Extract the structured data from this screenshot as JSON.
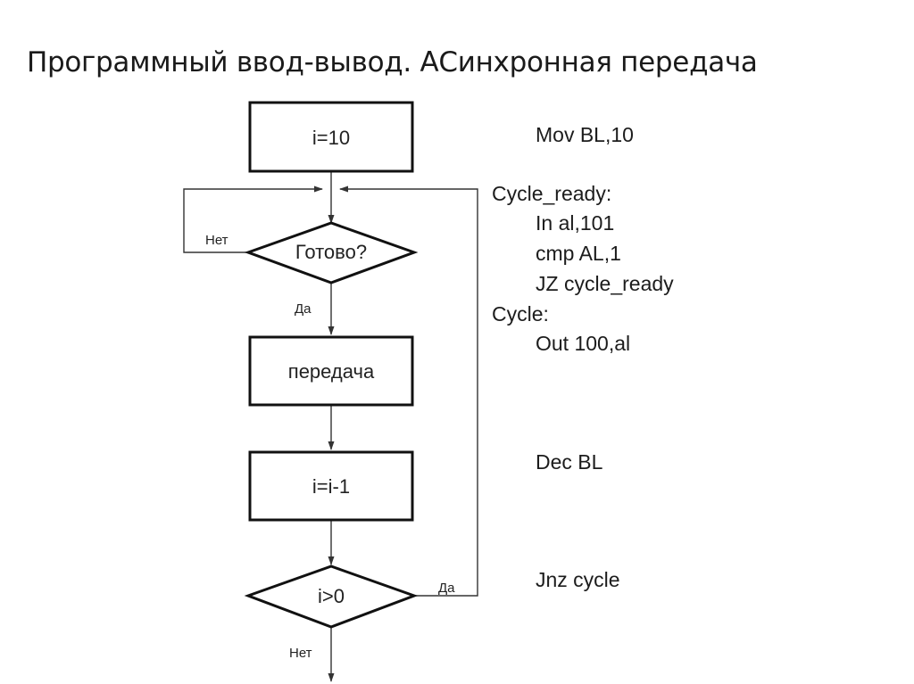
{
  "title": "Программный ввод-вывод. АСинхронная передача",
  "flowchart": {
    "start_box": "i=10",
    "ready_decision": "Готово?",
    "ready_no_label": "Нет",
    "ready_yes_label": "Да",
    "transfer_box": "передача",
    "decrement_box": "i=i-1",
    "loop_decision": "i>0",
    "loop_yes_label": "Да",
    "loop_no_label": "Нет"
  },
  "code": [
    "Mov BL,10",
    "Cycle_ready:",
    "In al,101",
    "cmp AL,1",
    "JZ cycle_ready",
    "Cycle:",
    "Out 100,al",
    "Dec BL",
    "Jnz cycle"
  ],
  "colors": {
    "stroke": "#111111",
    "text": "#222222",
    "background": "#ffffff"
  }
}
